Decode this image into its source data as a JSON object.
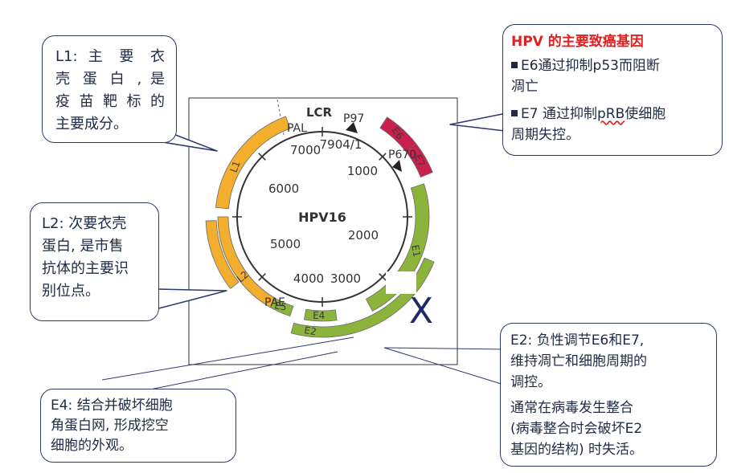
{
  "plasmid": {
    "center_label": "HPV16",
    "lcr": "LCR",
    "positions": [
      "7904/1",
      "1000",
      "2000",
      "3000",
      "4000",
      "5000",
      "6000",
      "7000"
    ],
    "promoters": [
      "P97",
      "P670"
    ],
    "signals": [
      "PAL",
      "PAE"
    ],
    "genes": [
      "E6",
      "E7",
      "E1",
      "E2",
      "E4",
      "E5",
      "L2",
      "L1"
    ],
    "break_mark": "X",
    "colors": {
      "early": "#8cb43c",
      "late": "#f2ae2c",
      "oncogene": "#c8214e"
    }
  },
  "callouts": {
    "l1": [
      "L1: 主 要 衣",
      "壳 蛋 白 , 是",
      "疫 苗 靶 标 的",
      "主要成分。"
    ],
    "l2": [
      "L2: 次要衣壳",
      "蛋白, 是市售",
      "抗体的主要识",
      "别位点。"
    ],
    "e4": [
      "E4: 结合并破坏细胞",
      "角蛋白网, 形成挖空",
      "细胞的外观。"
    ],
    "e2": [
      "E2: 负性调节E6和E7,",
      "维持凋亡和细胞周期的",
      "调控。",
      "通常在病毒发生整合",
      "(病毒整合时会破坏E2",
      "基因的结构) 时失活。"
    ],
    "oncogenes": {
      "title": "HPV 的主要致癌基因",
      "e6": [
        "E6通过抑制p53而阻断",
        "凋亡"
      ],
      "e7_prefix": "E7 通过抑制",
      "e7_term": "pRB",
      "e7_suffix": "使细胞",
      "e7_line2": "周期失控。"
    }
  }
}
